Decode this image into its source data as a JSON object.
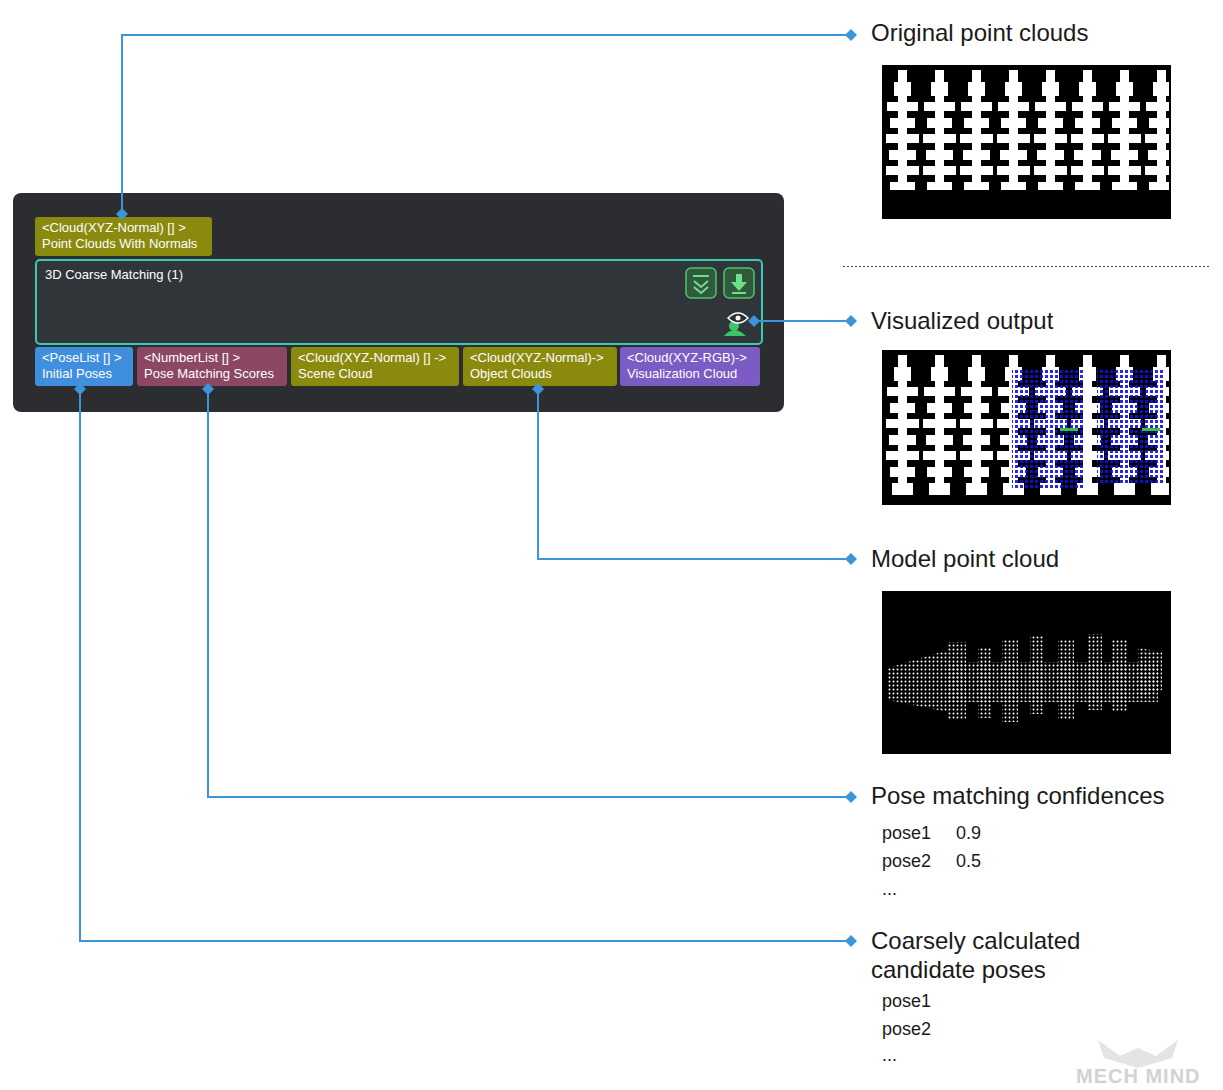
{
  "diagram": {
    "nodes": [
      {
        "text": []
      },
      {
        "text": [
          "<Cloud(XYZ-Normal) [] >",
          "Point Clouds With Normals"
        ],
        "in": 0
      },
      {
        "text": [
          "3D Coarse Matching (1)"
        ],
        "in": 0
      },
      {
        "text": [
          "<PoseList [] >",
          "Initial Poses"
        ],
        "in": 0
      },
      {
        "text": [
          "<NumberList [] >",
          "Pose Matching Scores"
        ],
        "in": 0
      },
      {
        "text": [
          "<Cloud(XYZ-Normal) [] ->",
          "Scene Cloud"
        ],
        "in": 0
      },
      {
        "text": [
          "<Cloud(XYZ-Normal)->",
          "Object Clouds"
        ],
        "in": 0
      },
      {
        "text": [
          "<Cloud(XYZ-RGB)->",
          "Visualization Cloud"
        ],
        "in": 0
      }
    ],
    "edges": [],
    "labels": [
      "Original point clouds",
      "Visualized output",
      "Model point cloud",
      "Pose matching confidences",
      "pose1",
      "0.9",
      "pose2",
      "0.5",
      "...",
      "Coarsely calculated candidate poses",
      "pose1",
      "pose2",
      "...",
      "MECH MIND"
    ]
  }
}
